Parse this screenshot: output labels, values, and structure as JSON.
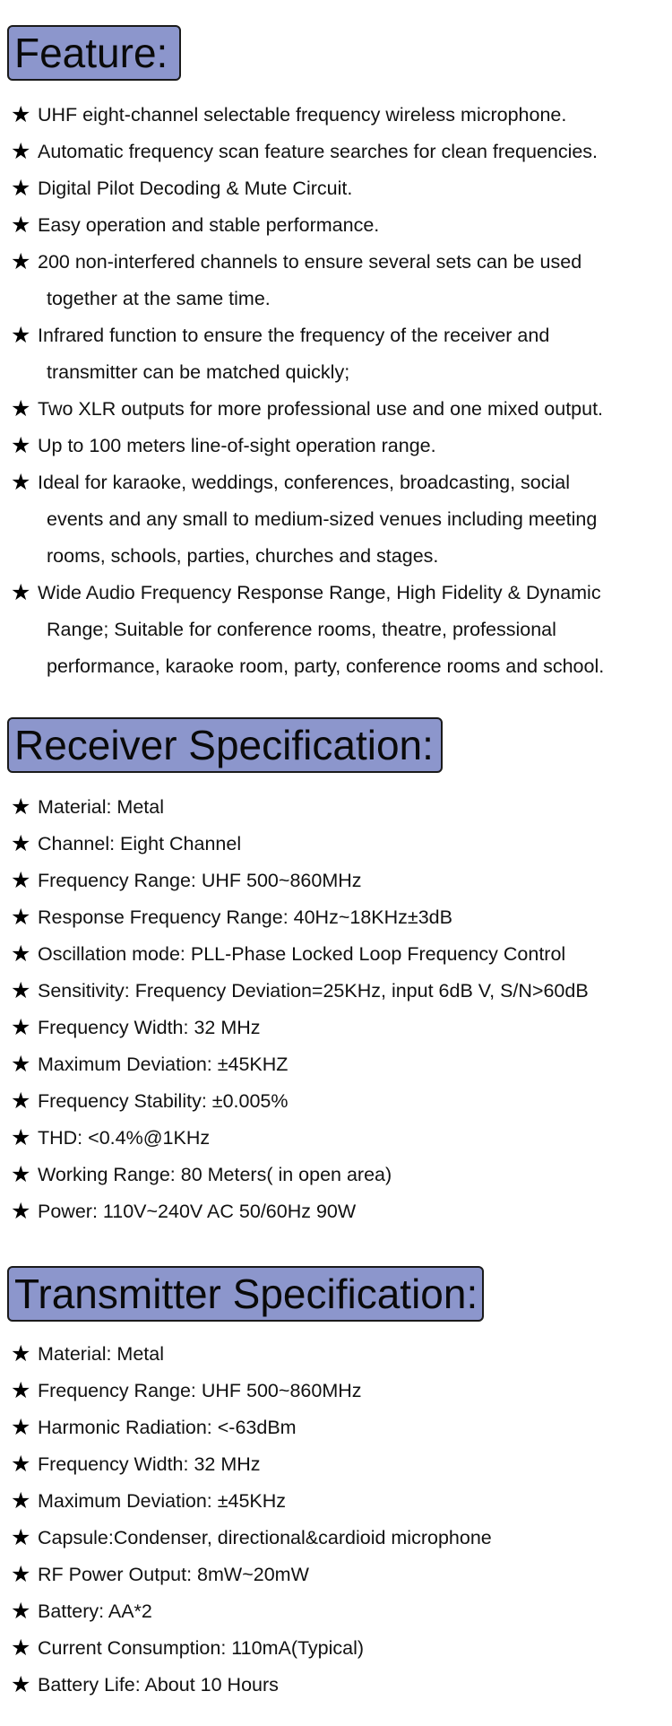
{
  "feature": {
    "heading": "Feature:",
    "items": [
      {
        "lines": [
          "UHF eight-channel selectable frequency wireless microphone."
        ]
      },
      {
        "lines": [
          "Automatic frequency scan feature searches for clean frequencies."
        ]
      },
      {
        "lines": [
          "Digital Pilot Decoding & Mute Circuit."
        ]
      },
      {
        "lines": [
          "Easy operation and stable performance."
        ]
      },
      {
        "lines": [
          "200 non-interfered channels to ensure several sets can be used",
          "together at the same time."
        ]
      },
      {
        "lines": [
          "Infrared function to ensure the frequency of the receiver and",
          "transmitter can be matched quickly;"
        ]
      },
      {
        "lines": [
          "Two XLR outputs for more professional use and one mixed output."
        ]
      },
      {
        "lines": [
          "Up to 100 meters line-of-sight operation range."
        ]
      },
      {
        "lines": [
          "Ideal for karaoke, weddings, conferences, broadcasting, social",
          "events and any small to medium-sized venues including meeting",
          "rooms, schools, parties, churches and stages."
        ]
      },
      {
        "lines": [
          "Wide Audio Frequency Response Range, High Fidelity & Dynamic",
          "Range; Suitable for conference rooms, theatre, professional",
          "performance, karaoke room, party, conference rooms and school."
        ]
      }
    ]
  },
  "receiver": {
    "heading": "Receiver Specification:",
    "items": [
      "Material: Metal",
      "Channel: Eight Channel",
      "Frequency Range: UHF 500~860MHz",
      "Response Frequency Range: 40Hz~18KHz±3dB",
      "Oscillation mode: PLL-Phase Locked Loop Frequency Control",
      "Sensitivity: Frequency Deviation=25KHz, input 6dB V, S/N>60dB",
      "Frequency Width: 32 MHz",
      "Maximum Deviation: ±45KHZ",
      "Frequency Stability: ±0.005%",
      "THD: <0.4%@1KHz",
      "Working Range: 80 Meters( in open area)",
      "Power: 110V~240V AC 50/60Hz 90W"
    ]
  },
  "transmitter": {
    "heading": "Transmitter Specification:",
    "items": [
      "Material: Metal",
      "Frequency Range: UHF 500~860MHz",
      "Harmonic Radiation: <-63dBm",
      "Frequency Width: 32 MHz",
      "Maximum Deviation: ±45KHz",
      "Capsule:Condenser, directional&cardioid microphone",
      "RF Power Output: 8mW~20mW",
      "Battery: AA*2",
      "Current Consumption: 110mA(Typical)",
      "Battery Life: About 10 Hours"
    ]
  },
  "bullet_glyph": "★",
  "colors": {
    "heading_background": "#8c96cc",
    "heading_border": "#1a1a1a",
    "text": "#111111"
  }
}
